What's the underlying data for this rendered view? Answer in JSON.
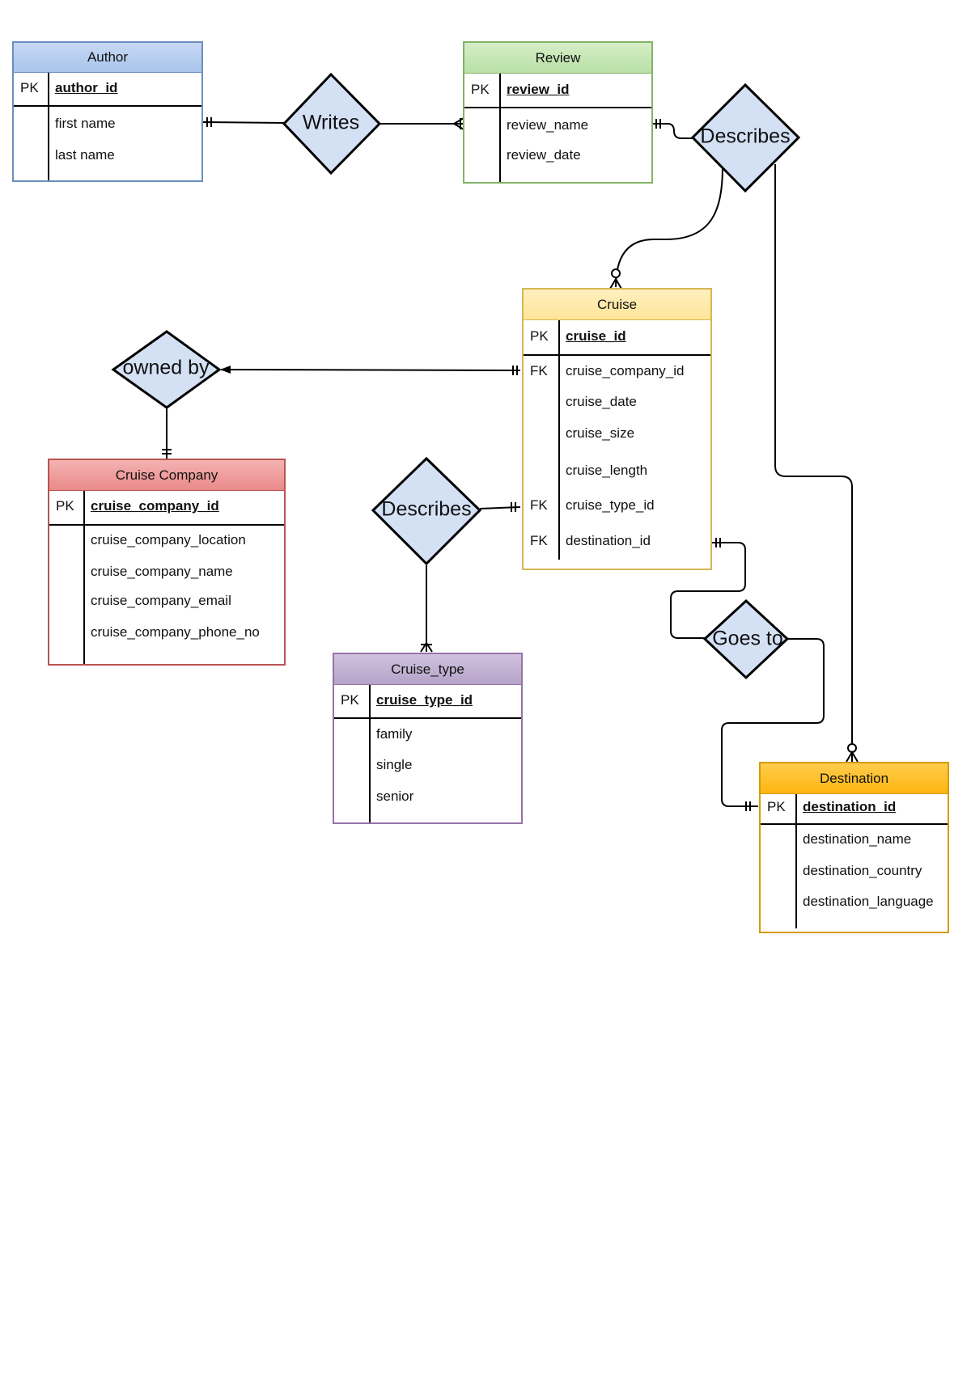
{
  "entities": {
    "author": {
      "title": "Author",
      "pk_key": "PK",
      "pk": "author_id",
      "attributes": [
        "first name",
        "last name"
      ],
      "header_color": "#a9c4eb",
      "border_color": "#6c8ebf"
    },
    "review": {
      "title": "Review",
      "pk_key": "PK",
      "pk": "review_id",
      "attributes": [
        "review_name",
        "review_date"
      ],
      "header_color": "#b9e0a5",
      "border_color": "#82b366"
    },
    "cruise": {
      "title": "Cruise",
      "pk_key": "PK",
      "pk": "cruise_id",
      "fk_key": "FK",
      "attributes": [
        "cruise_company_id",
        "cruise_date",
        "cruise_size",
        "cruise_length",
        "cruise_type_id",
        "destination_id"
      ],
      "header_color": "#ffe599",
      "border_color": "#d6b656"
    },
    "cruise_company": {
      "title": "Cruise Company",
      "pk_key": "PK",
      "pk": "cruise_company_id",
      "attributes": [
        "cruise_company_location",
        "cruise_company_name",
        "cruise_company_email",
        "cruise_company_phone_no"
      ],
      "header_color": "#ea8a8a",
      "border_color": "#b85450"
    },
    "cruise_type": {
      "title": "Cruise_type",
      "pk_key": "PK",
      "pk": "cruise_type_id",
      "attributes": [
        "family",
        "single",
        "senior"
      ],
      "header_color": "#b5a3c9",
      "border_color": "#9673a6"
    },
    "destination": {
      "title": "Destination",
      "pk_key": "PK",
      "pk": "destination_id",
      "attributes": [
        "destination_name",
        "destination_country",
        "destination_language"
      ],
      "header_color": "#ffb60f",
      "border_color": "#d79b00"
    }
  },
  "relationships": {
    "writes": "Writes",
    "review_describes": "Describes",
    "owned_by": "owned by",
    "type_describes": "Describes",
    "goes_to": "Goes to"
  },
  "colors": {
    "relationship_fill": "#d4e1f5",
    "line": "#000000"
  }
}
